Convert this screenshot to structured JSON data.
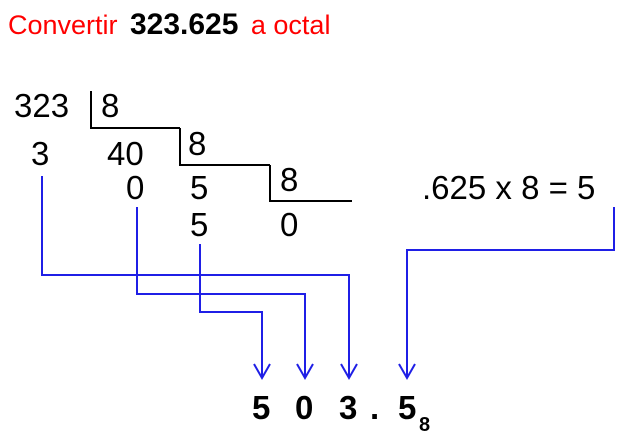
{
  "title": {
    "prefix": "Convertir",
    "number": "323.625",
    "suffix": "a octal"
  },
  "division": {
    "dividend": "323",
    "divisor_1": "8",
    "remainder_1": "3",
    "quotient_1": "40",
    "divisor_2": "8",
    "remainder_2": "0",
    "quotient_2": "5",
    "divisor_3": "8",
    "remainder_3": "5",
    "quotient_3": "0"
  },
  "fraction": {
    "equation": ".625 x 8 = 5"
  },
  "result": {
    "digit_1": "5",
    "digit_2": "0",
    "digit_3": "3",
    "point": ".",
    "digit_4": "5",
    "base": "8"
  },
  "colors": {
    "title": "#ff0000",
    "arrows": "#1f1fe6",
    "text": "#000000"
  }
}
